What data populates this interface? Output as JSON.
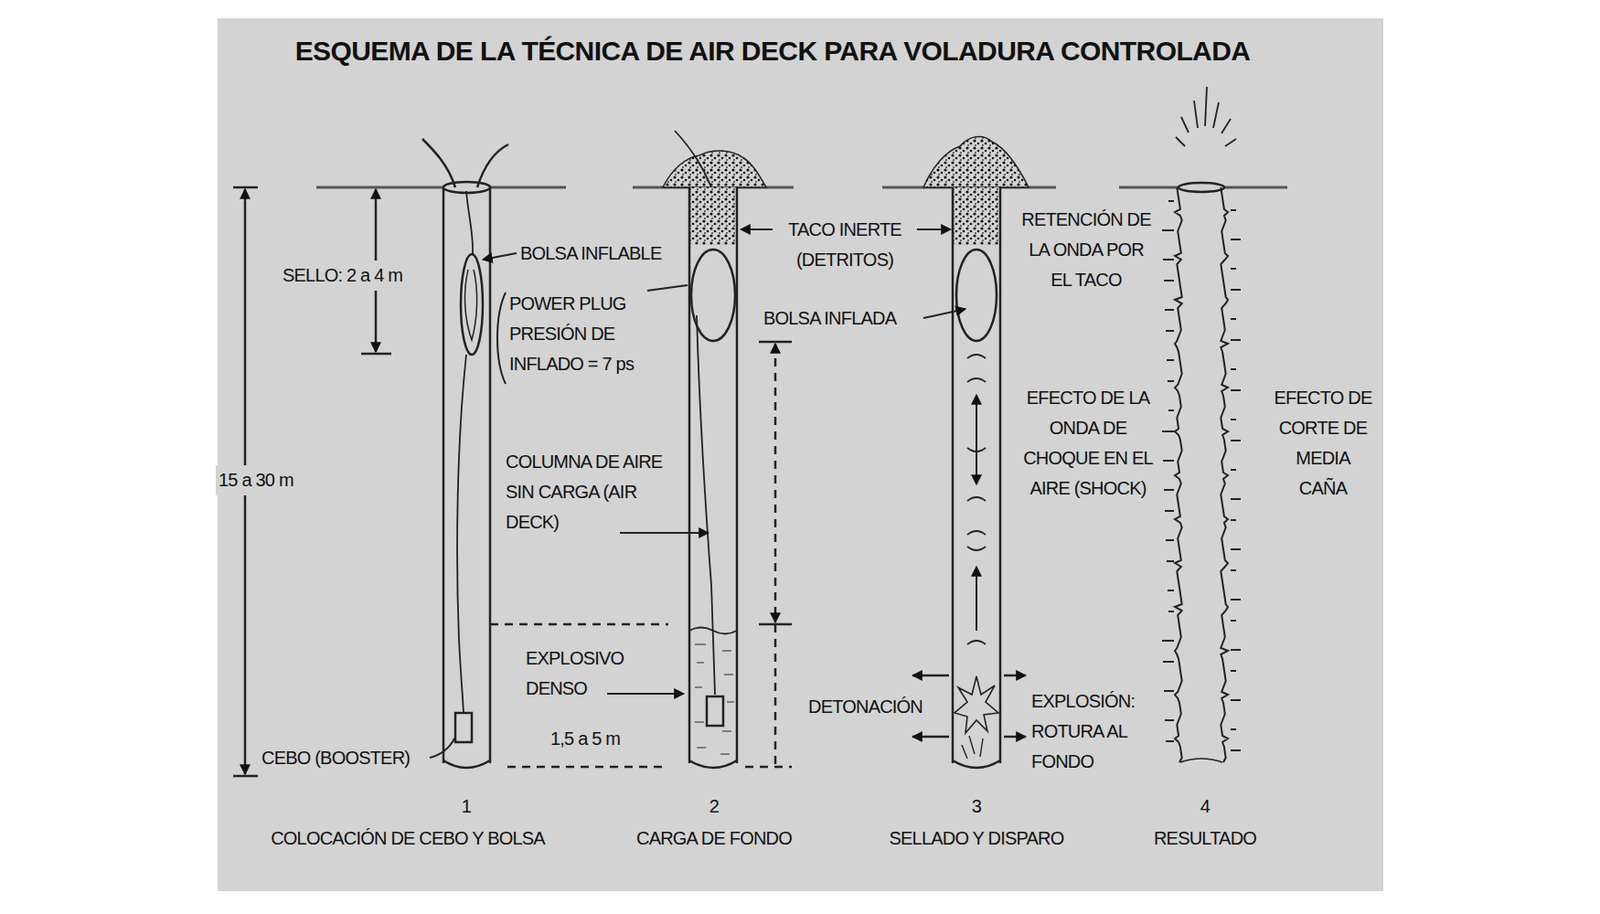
{
  "diagram": {
    "title": "ESQUEMA DE LA TÉCNICA DE AIR DECK PARA VOLADURA CONTROLADA",
    "labels": [
      "SELLO: 2 a 4 m",
      "15 a 30 m",
      "BOLSA INFLABLE",
      "POWER PLUG PRESIÓN DE INFLADO = 7 ps",
      "CEBO (BOOSTER)",
      "1",
      "COLOCACIÓN DE CEBO Y BOLSA",
      "TACO INERTE (DETRITOS)",
      "COLUMNA DE AIRE SIN CARGA (AIR DECK)",
      "EXPLOSIVO DENSO",
      "1,5 a 5 m",
      "2",
      "CARGA DE FONDO",
      "BOLSA INFLADA",
      "DETONACIÓN",
      "EXPLOSIÓN: ROTURA AL FONDO",
      "3",
      "SELLADO Y DISPARO",
      "RETENCIÓN DE LA ONDA POR EL TACO",
      "EFECTO DE LA ONDA DE CHOQUE EN EL AIRE (SHOCK)",
      "EFECTO DE CORTE DE MEDIA CAÑA",
      "4",
      "RESULTADO"
    ]
  }
}
